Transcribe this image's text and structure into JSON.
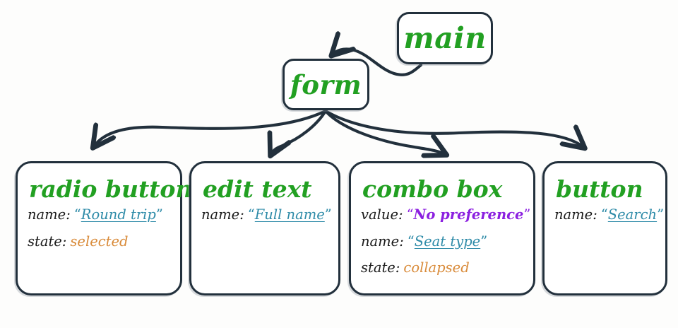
{
  "diagram": {
    "title": "accessibility-tree",
    "colors": {
      "node_border": "#22303c",
      "node_fill": "#ffffff",
      "title_green": "#22a022",
      "key_black": "#1b1b1b",
      "name_teal": "#2e8ba8",
      "value_purple": "#8b1fe0",
      "state_orange": "#d98b3a",
      "edge": "#22303c",
      "background": "#fdfdfc"
    },
    "nodes": {
      "main": {
        "title": "main"
      },
      "form": {
        "title": "form"
      },
      "radio_button": {
        "title": "radio button",
        "attributes": [
          {
            "key": "name:",
            "value": "Round trip",
            "kind": "name",
            "quoted": true,
            "open_quote": "“",
            "close_quote": "”"
          },
          {
            "key": "state:",
            "value": "selected",
            "kind": "state",
            "quoted": false,
            "open_quote": "",
            "close_quote": ""
          }
        ]
      },
      "edit_text": {
        "title": "edit text",
        "attributes": [
          {
            "key": "name:",
            "value": "Full name",
            "kind": "name",
            "quoted": true,
            "open_quote": "“",
            "close_quote": "”"
          }
        ]
      },
      "combo_box": {
        "title": "combo box",
        "attributes": [
          {
            "key": "value:",
            "value": "No preference",
            "kind": "value",
            "quoted": true,
            "open_quote": "“",
            "close_quote": "”"
          },
          {
            "key": "name:",
            "value": "Seat type",
            "kind": "name",
            "quoted": true,
            "open_quote": "“",
            "close_quote": "”"
          },
          {
            "key": "state:",
            "value": "collapsed",
            "kind": "state",
            "quoted": false,
            "open_quote": "",
            "close_quote": ""
          }
        ]
      },
      "button": {
        "title": "button",
        "attributes": [
          {
            "key": "name:",
            "value": "Search",
            "kind": "name",
            "quoted": true,
            "open_quote": "“",
            "close_quote": "”"
          }
        ]
      }
    },
    "edges": [
      {
        "from": "main",
        "to": "form",
        "style": "curved-arrow"
      },
      {
        "from": "form",
        "to": "radio_button",
        "style": "curved-arrow"
      },
      {
        "from": "form",
        "to": "edit_text",
        "style": "curved-arrow"
      },
      {
        "from": "form",
        "to": "combo_box",
        "style": "curved-arrow"
      },
      {
        "from": "form",
        "to": "button",
        "style": "curved-arrow"
      }
    ]
  }
}
